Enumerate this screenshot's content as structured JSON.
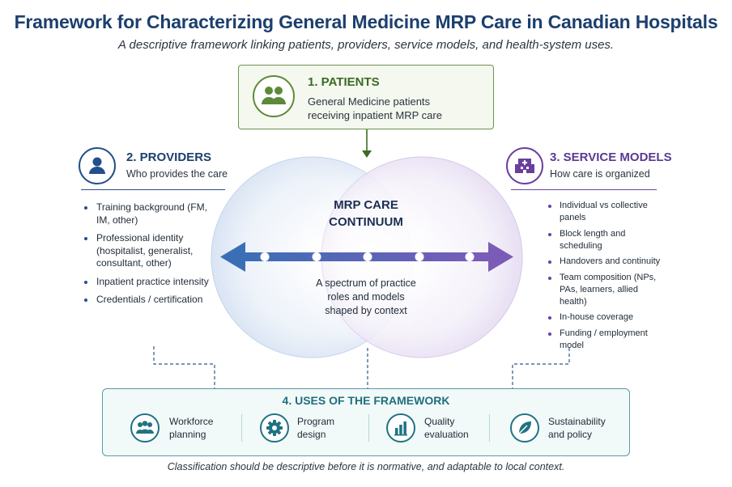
{
  "title": "Framework for Characterizing General Medicine MRP Care in Canadian Hospitals",
  "subtitle": "A descriptive framework linking patients, providers, service models, and health-system uses.",
  "patients": {
    "title": "1. PATIENTS",
    "desc_line1": "General Medicine patients",
    "desc_line2": "receiving inpatient MRP care",
    "icon": "people-icon"
  },
  "providers": {
    "title": "2. PROVIDERS",
    "desc": "Who provides the care",
    "icon": "user-icon",
    "items": [
      "Training background (FM, IM, other)",
      "Professional identity (hospitalist, generalist, consultant, other)",
      "Inpatient practice intensity",
      "Credentials / certification"
    ]
  },
  "service_models": {
    "title": "3. SERVICE MODELS",
    "desc": "How care is organized",
    "icon": "hospital-icon",
    "items": [
      "Individual vs collective panels",
      "Block length and scheduling",
      "Handovers and continuity",
      "Team composition (NPs, PAs, learners, allied health)",
      "In-house coverage",
      "Funding / employment model"
    ]
  },
  "center": {
    "title_line1": "MRP CARE",
    "title_line2": "CONTINUUM",
    "desc_line1": "A spectrum of practice",
    "desc_line2": "roles and models",
    "desc_line3": "shaped by context"
  },
  "uses": {
    "title": "4. USES OF THE FRAMEWORK",
    "items": [
      {
        "line1": "Workforce",
        "line2": "planning",
        "icon": "group-icon"
      },
      {
        "line1": "Program",
        "line2": "design",
        "icon": "gear-icon"
      },
      {
        "line1": "Quality",
        "line2": "evaluation",
        "icon": "bar-chart-icon"
      },
      {
        "line1": "Sustainability",
        "line2": "and policy",
        "icon": "leaf-icon"
      }
    ]
  },
  "footer": "Classification should be descriptive before it is normative, and adaptable to local context.",
  "colors": {
    "navy": "#1c3f6e",
    "green": "#3d6a25",
    "purple": "#5a3a92",
    "teal": "#1f6f7c",
    "arrow_start": "#3b6fb5",
    "arrow_end": "#7b5bb8"
  }
}
